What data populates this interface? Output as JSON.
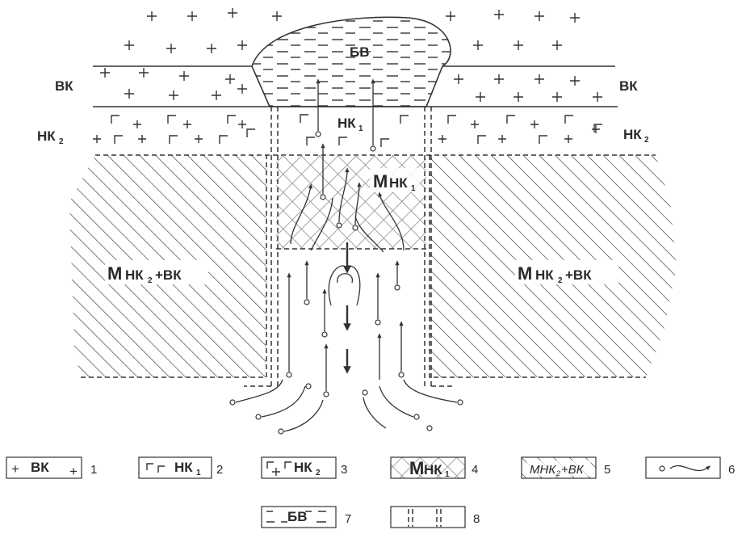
{
  "labels": {
    "bv": "БВ",
    "vk": "ВК",
    "nk": "НК",
    "m": "М",
    "m_nk": "НК",
    "m_nk_vk": "НК",
    "plus_vk": "+ВК",
    "sub_1": "1",
    "sub_2": "2"
  },
  "legend": {
    "items": [
      {
        "number": "1",
        "text": "ВК"
      },
      {
        "number": "2",
        "text": "НК",
        "sub": "1"
      },
      {
        "number": "3",
        "text": "НК",
        "sub": "2"
      },
      {
        "number": "4",
        "text_big": "М",
        "text": "НК",
        "sub": "1"
      },
      {
        "number": "5",
        "text": "МНК",
        "sub": "2",
        "text2": "+ВК"
      },
      {
        "number": "6"
      },
      {
        "number": "7",
        "text": "БВ"
      },
      {
        "number": "8"
      }
    ]
  },
  "colors": {
    "line": "#333333",
    "crosshatch": "#8c8c8c",
    "background": "#ffffff"
  }
}
